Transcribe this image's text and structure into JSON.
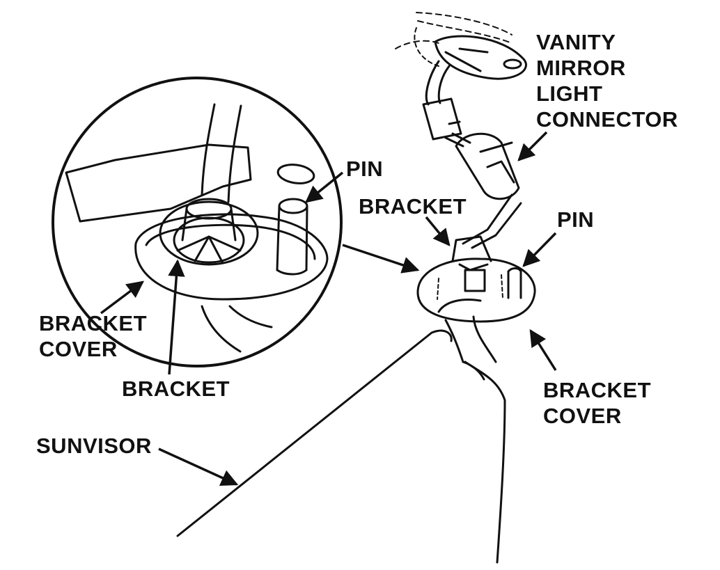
{
  "labels": {
    "vanity_mirror_light_connector": [
      "VANITY",
      "MIRROR",
      "LIGHT",
      "CONNECTOR"
    ],
    "pin_detail": "PIN",
    "bracket_main": "BRACKET",
    "pin_main": "PIN",
    "bracket_cover_detail": [
      "BRACKET",
      "COVER"
    ],
    "bracket_detail": "BRACKET",
    "bracket_cover_main": [
      "BRACKET",
      "COVER"
    ],
    "sunvisor": "SUNVISOR"
  },
  "colors": {
    "ink": "#111111",
    "background": "#ffffff"
  }
}
